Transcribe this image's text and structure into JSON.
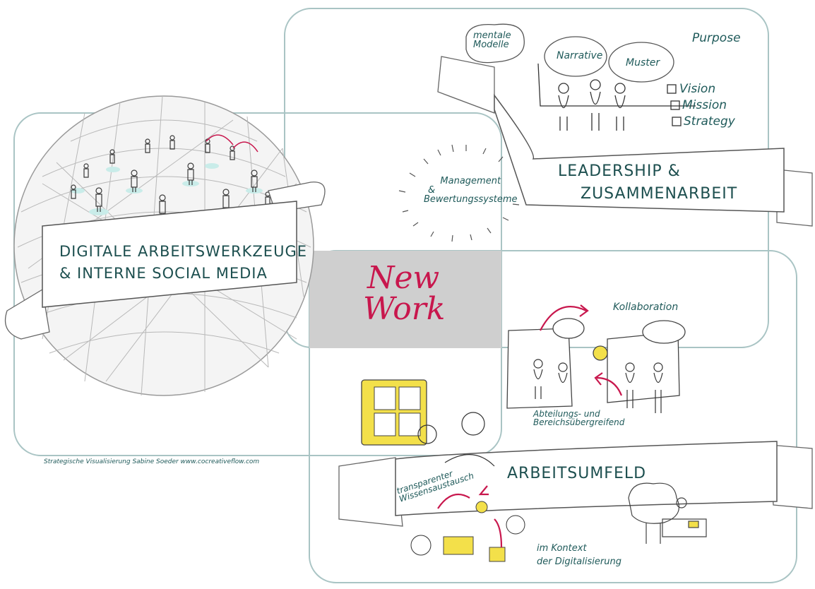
{
  "center": {
    "line1": "New",
    "line2": "Work"
  },
  "leadership": {
    "banner_line1": "LEADERSHIP &",
    "banner_line2": "ZUSAMMENARBEIT",
    "cloud_text_line1": "mentale",
    "cloud_text_line2": "Modelle",
    "bubble1": "Narrative",
    "bubble2": "Muster",
    "purpose": "Purpose",
    "checklist": [
      "Vision",
      "Mission",
      "Strategy"
    ]
  },
  "management": {
    "line1": "Management",
    "line2": "&",
    "line3": "Bewertungssysteme"
  },
  "digital": {
    "banner_line1": "DIGITALE ARBEITSWERKZEUGE",
    "banner_line2": "& INTERNE SOCIAL MEDIA"
  },
  "arbeitsumfeld": {
    "banner": "ARBEITSUMFELD",
    "kollaboration": "Kollaboration",
    "abteilung_line1": "Abteilungs- und",
    "abteilung_line2": "Bereichsübergreifend",
    "wissen_line1": "transparenter",
    "wissen_line2": "Wissensaustausch",
    "kontext_line1": "im Kontext",
    "kontext_line2": "der Digitalisierung"
  },
  "credit": "Strategische Visualisierung  Sabine Soeder  www.cocreativeflow.com",
  "colors": {
    "teal_frame": "#a9c4c4",
    "ink": "#1d4f4f",
    "accent": "#c8174d",
    "center_fill": "#cfcfcf",
    "yellow": "#f3e04a",
    "mint": "#c9ece9"
  }
}
